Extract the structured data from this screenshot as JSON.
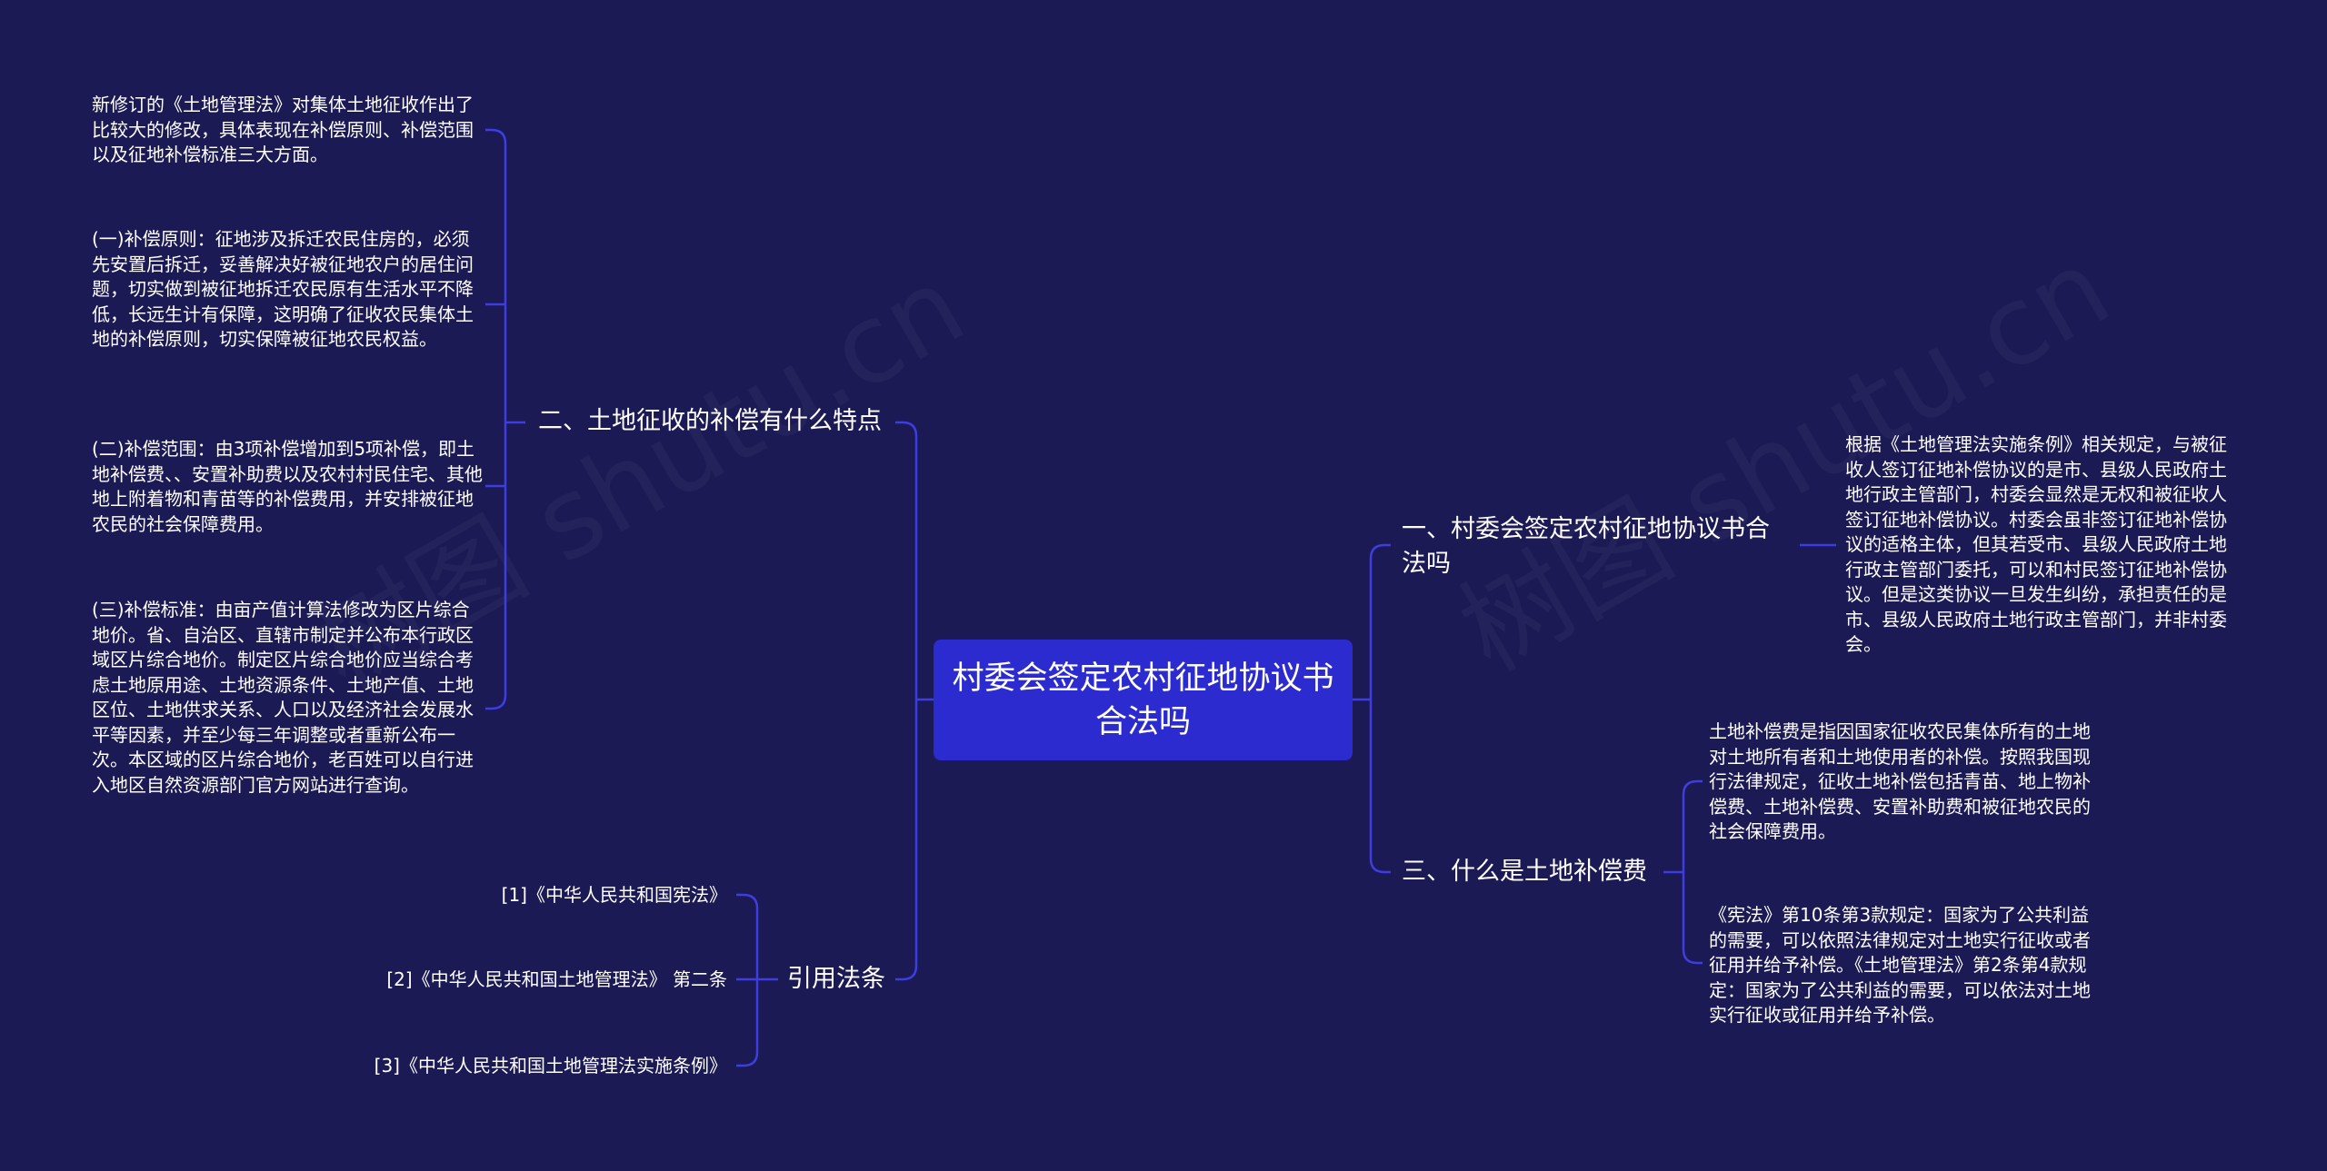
{
  "watermark": "树图 shutu.cn",
  "root": "村委会签定农村征地协议书合法吗",
  "branches": {
    "b1": {
      "title": "一、村委会签定农村征地协议书合法吗",
      "leaves": [
        "根据《土地管理法实施条例》相关规定，与被征收人签订征地补偿协议的是市、县级人民政府土地行政主管部门，村委会显然是无权和被征收人签订征地补偿协议。村委会虽非签订征地补偿协议的适格主体，但其若受市、县级人民政府土地行政主管部门委托，可以和村民签订征地补偿协议。但是这类协议一旦发生纠纷，承担责任的是市、县级人民政府土地行政主管部门，并非村委会。"
      ]
    },
    "b2": {
      "title": "二、土地征收的补偿有什么特点",
      "leaves": [
        "新修订的《土地管理法》对集体土地征收作出了比较大的修改，具体表现在补偿原则、补偿范围以及征地补偿标准三大方面。",
        "(一)补偿原则：征地涉及拆迁农民住房的，必须先安置后拆迁，妥善解决好被征地农户的居住问题，切实做到被征地拆迁农民原有生活水平不降低，长远生计有保障，这明确了征收农民集体土地的补偿原则，切实保障被征地农民权益。",
        "(二)补偿范围：由3项补偿增加到5项补偿，即土地补偿费、、安置补助费以及农村村民住宅、其他地上附着物和青苗等的补偿费用，并安排被征地农民的社会保障费用。",
        "(三)补偿标准：由亩产值计算法修改为区片综合地价。省、自治区、直辖市制定并公布本行政区域区片综合地价。制定区片综合地价应当综合考虑土地原用途、土地资源条件、土地产值、土地区位、土地供求关系、人口以及经济社会发展水平等因素，并至少每三年调整或者重新公布一次。本区域的区片综合地价，老百姓可以自行进入地区自然资源部门官方网站进行查询。"
      ]
    },
    "b3": {
      "title": "三、什么是土地补偿费",
      "leaves": [
        "土地补偿费是指因国家征收农民集体所有的土地对土地所有者和土地使用者的补偿。按照我国现行法律规定，征收土地补偿包括青苗、地上物补偿费、土地补偿费、安置补助费和被征地农民的社会保障费用。",
        "《宪法》第10条第3款规定：国家为了公共利益的需要，可以依照法律规定对土地实行征收或者征用并给予补偿。《土地管理法》第2条第4款规定：国家为了公共利益的需要，可以依法对土地实行征收或征用并给予补偿。"
      ]
    },
    "b4": {
      "title": "引用法条",
      "leaves": [
        "[1]《中华人民共和国宪法》",
        "[2]《中华人民共和国土地管理法》 第二条",
        "[3]《中华人民共和国土地管理法实施条例》"
      ]
    }
  },
  "colors": {
    "background": "#1c1a55",
    "root_fill": "#2b2bcf",
    "line": "#3d3de0",
    "text": "#ffffff"
  }
}
